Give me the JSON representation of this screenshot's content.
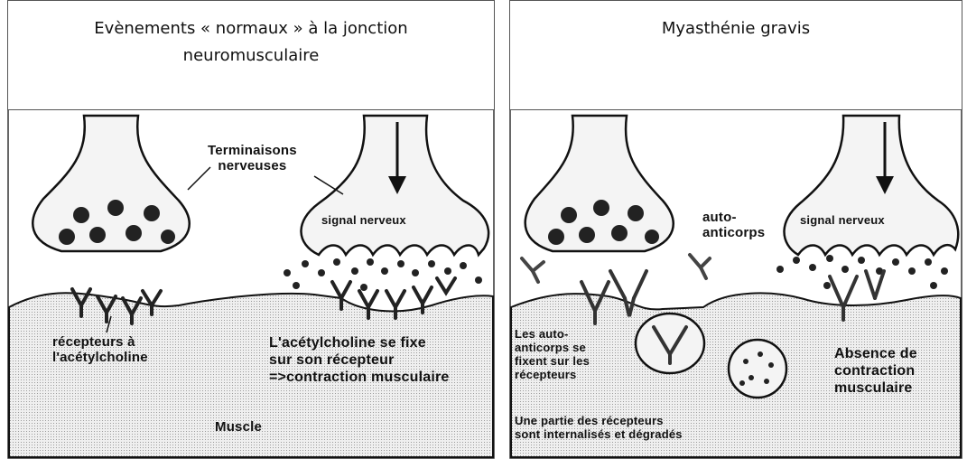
{
  "left_panel": {
    "title": "Evènements « normaux » à la jonction neuromusculaire",
    "labels": {
      "terminals": "Terminaisons\nnerveuses",
      "signal": "signal nerveux",
      "receptors": "récepteurs à\nl'acétylcholine",
      "binding": "L'acétylcholine se fixe\nsur son récepteur\n=>contraction musculaire",
      "muscle": "Muscle"
    }
  },
  "right_panel": {
    "title": "Myasthénie gravis",
    "labels": {
      "autoantibodies": "auto-\nanticorps",
      "signal": "signal nerveux",
      "bind_receptors": "Les auto-\nanticorps se\nfixent sur les\nrécepteurs",
      "internalized": "Une partie des récepteurs\nsont internalisés et dégradés",
      "no_contraction": "Absence de\ncontraction\nmusculaire"
    }
  },
  "colors": {
    "muscle_fill": "#e6e6e6",
    "terminal_fill": "#f2f2f2",
    "outline": "#111111"
  }
}
